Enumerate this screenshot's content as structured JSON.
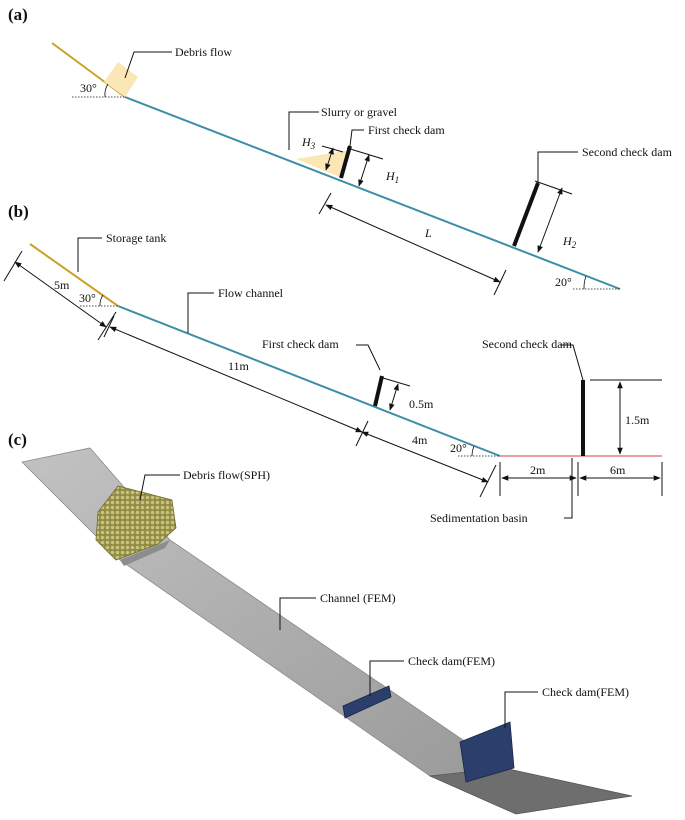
{
  "panels": {
    "a": "(a)",
    "b": "(b)",
    "c": "(c)"
  },
  "panel_a": {
    "debris_flow": "Debris flow",
    "slurry_gravel": "Slurry or gravel",
    "first_check_dam": "First check dam",
    "second_check_dam": "Second check dam",
    "angle_top": "30°",
    "angle_bottom": "20°",
    "h1_symbol": "H",
    "h1_sub": "1",
    "h2_symbol": "H",
    "h2_sub": "2",
    "h3_symbol": "H",
    "h3_sub": "3",
    "length_symbol": "L"
  },
  "panel_b": {
    "storage_tank": "Storage tank",
    "flow_channel": "Flow channel",
    "first_check_dam": "First check dam",
    "second_check_dam": "Second check dam",
    "sedimentation_basin": "Sedimentation basin",
    "angle_top": "30°",
    "angle_bottom": "20°",
    "len_tank": "5m",
    "len_channel": "11m",
    "len_lower": "4m",
    "dam1_height": "0.5m",
    "dam2_height": "1.5m",
    "basin_left": "2m",
    "basin_right": "6m"
  },
  "panel_c": {
    "debris_flow": "Debris flow(SPH)",
    "channel": "Channel (FEM)",
    "check_dam_1": "Check dam(FEM)",
    "check_dam_2": "Check dam(FEM)"
  },
  "colors": {
    "upper_slope": "#c9a227",
    "channel": "#3b8ea5",
    "basin_floor": "#e8a0a0",
    "dam": "#111111",
    "debris_fill": "#fbe7b5",
    "fem_surface": "#a9a9a9",
    "fem_dam": "#2c3e6b",
    "sph_particles": "#a3a05a"
  }
}
